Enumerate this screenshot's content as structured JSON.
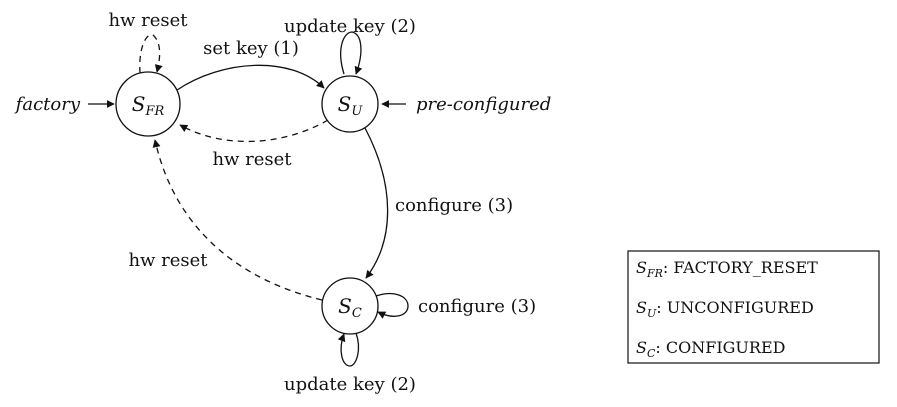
{
  "states": {
    "factory_reset": {
      "symbol": "S",
      "subscript": "FR"
    },
    "unconfigured": {
      "symbol": "S",
      "subscript": "U"
    },
    "configured": {
      "symbol": "S",
      "subscript": "C"
    }
  },
  "entries": {
    "factory": "factory",
    "pre_configured": "pre-configured"
  },
  "edges": {
    "fr_self": "hw reset",
    "fr_to_u": "set key (1)",
    "u_self": "update key (2)",
    "u_to_fr": "hw reset",
    "u_to_c": "configure (3)",
    "c_to_fr": "hw reset",
    "c_self_right": "configure (3)",
    "c_self_bottom": "update key (2)"
  },
  "legend": [
    {
      "symbol": "S",
      "subscript": "FR",
      "text": ": FACTORY_RESET"
    },
    {
      "symbol": "S",
      "subscript": "U",
      "text": ": UNCONFIGURED"
    },
    {
      "symbol": "S",
      "subscript": "C",
      "text": ": CONFIGURED"
    }
  ]
}
